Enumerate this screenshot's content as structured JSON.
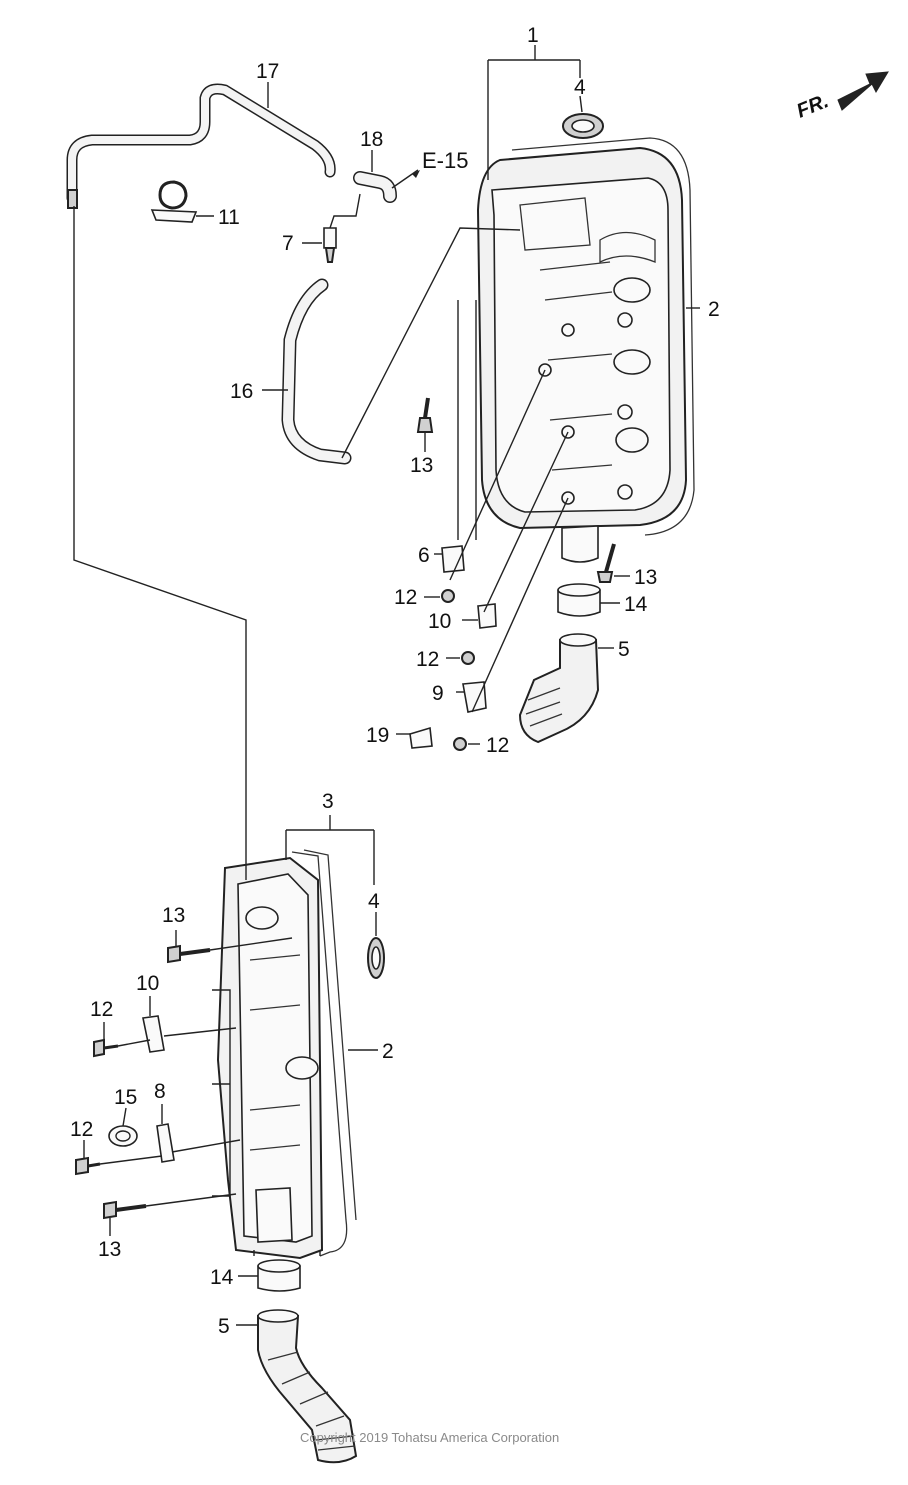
{
  "diagram": {
    "direction_indicator": "FR.",
    "reference": "E-15",
    "copyright": "Copyright 2019 Tohatsu America Corporation",
    "callouts": {
      "c1": "1",
      "c2a": "2",
      "c4a": "4",
      "c5a": "5",
      "c6": "6",
      "c7": "7",
      "c9": "9",
      "c10a": "10",
      "c11": "11",
      "c12a": "12",
      "c12b": "12",
      "c12c": "12",
      "c13a": "13",
      "c13b": "13",
      "c14a": "14",
      "c16": "16",
      "c17": "17",
      "c18": "18",
      "c19": "19",
      "c3": "3",
      "c4b": "4",
      "c2b": "2",
      "c13c": "13",
      "c10b": "10",
      "c12d": "12",
      "c15": "15",
      "c8": "8",
      "c12e": "12",
      "c13d": "13",
      "c14b": "14",
      "c5b": "5"
    }
  }
}
